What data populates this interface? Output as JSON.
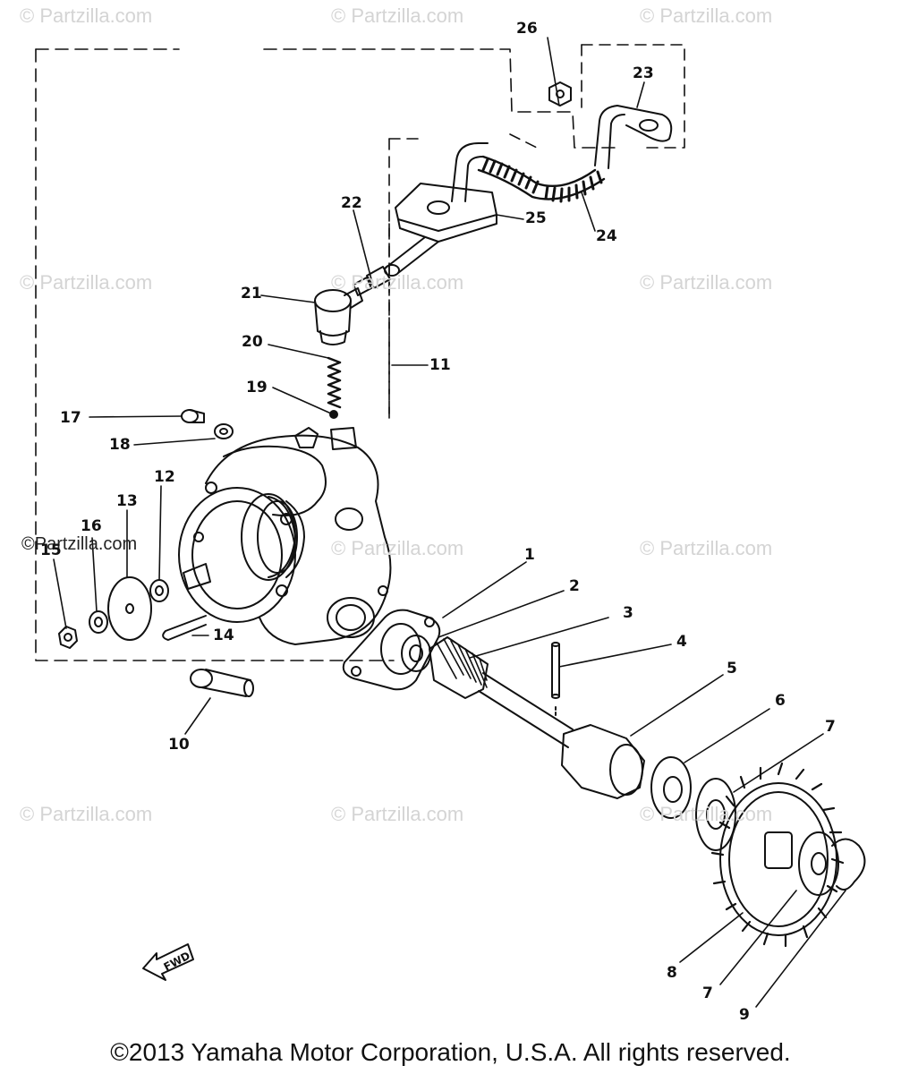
{
  "watermark": "© Partzilla.com",
  "inline_brand": "©Partzilla.com",
  "callouts": {
    "c1": "1",
    "c2": "2",
    "c3": "3",
    "c4": "4",
    "c5": "5",
    "c6": "6",
    "c7a": "7",
    "c7b": "7",
    "c8": "8",
    "c9": "9",
    "c10": "10",
    "c11": "11",
    "c12": "12",
    "c13": "13",
    "c14": "14",
    "c15": "15",
    "c16": "16",
    "c17": "17",
    "c18": "18",
    "c19": "19",
    "c20": "20",
    "c21": "21",
    "c22": "22",
    "c23": "23",
    "c24": "24",
    "c25": "25",
    "c26": "26"
  },
  "fwd_label": "FWD",
  "footer": "©2013 Yamaha Motor Corporation, U.S.A. All rights reserved."
}
